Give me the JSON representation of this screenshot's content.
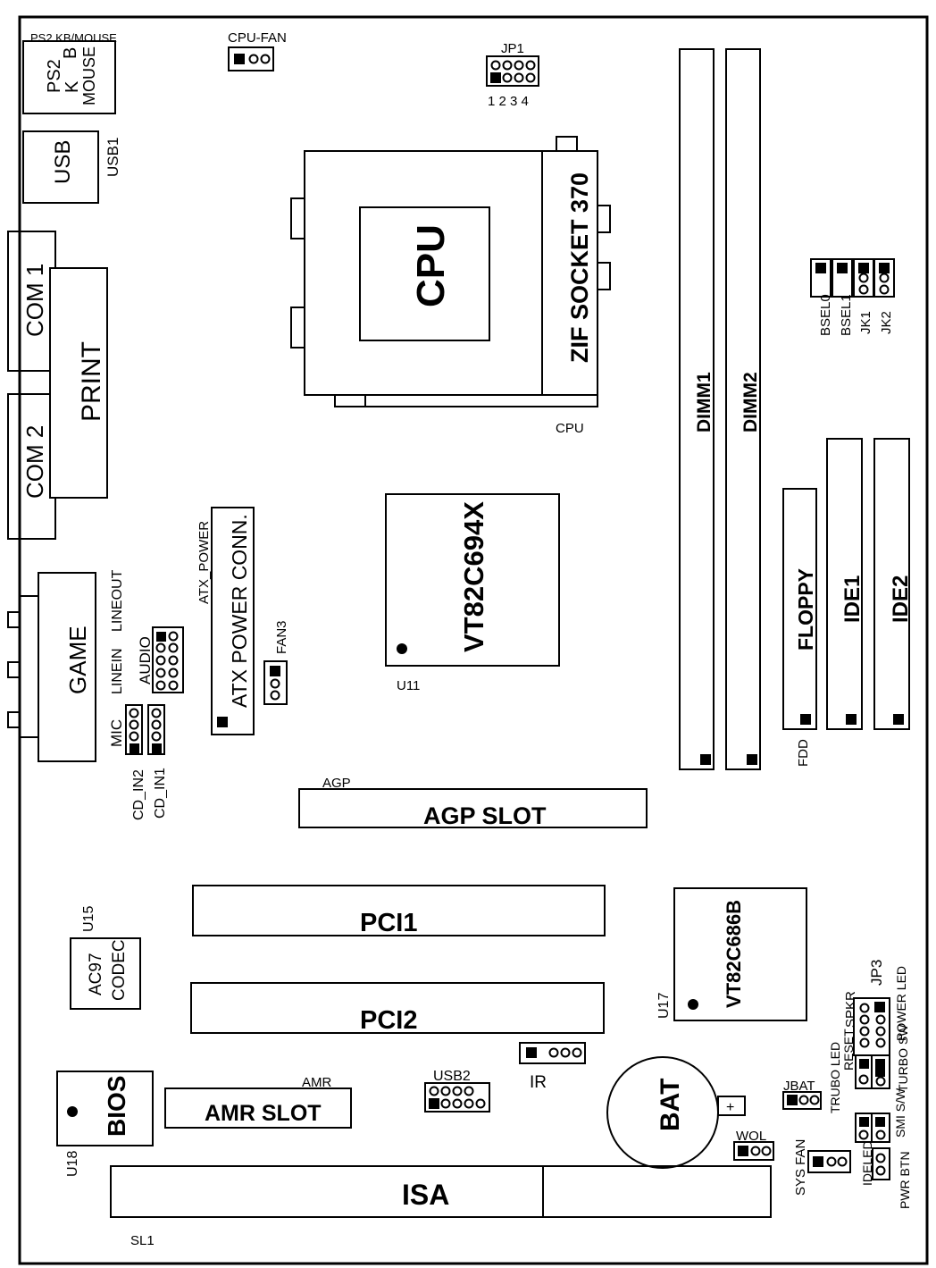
{
  "labels": {
    "ps2_header": "PS2 KB/MOUSE",
    "ps2": "PS2",
    "k": "K",
    "b": "B",
    "mouse": "MOUSE",
    "usb": "USB",
    "usb1": "USB1",
    "com1": "COM 1",
    "com2": "COM 2",
    "print": "PRINT",
    "game": "GAME",
    "lineout": "LINEOUT",
    "linein": "LINEIN",
    "mic": "MIC",
    "audio": "AUDIO",
    "cd_in2": "CD_IN2",
    "cd_in1": "CD_IN1",
    "cpu_fan": "CPU-FAN",
    "jp1": "JP1",
    "jp1_pins": "1 2 3 4",
    "cpu": "CPU",
    "zif": "ZIF SOCKET 370",
    "cpu_small": "CPU",
    "atx_power": "ATX_POWER",
    "atx_conn": "ATX POWER CONN.",
    "fan3": "FAN3",
    "vt694": "VT82C694X",
    "u11": "U11",
    "dimm1": "DIMM1",
    "dimm2": "DIMM2",
    "bsel0": "BSEL0",
    "bsel1": "BSEL1",
    "jk1": "JK1",
    "jk2": "JK2",
    "floppy": "FLOPPY",
    "fdd": "FDD",
    "ide1": "IDE1",
    "ide2": "IDE2",
    "agp": "AGP",
    "agp_slot": "AGP SLOT",
    "pci1": "PCI1",
    "pci2": "PCI2",
    "u15": "U15",
    "ac97": "AC97",
    "codec": "CODEC",
    "vt686": "VT82C686B",
    "u17": "U17",
    "jp3": "JP3",
    "spkr": "SPKR",
    "power_led": "POWER LED",
    "reset": "RESET",
    "trubo_led": "TRUBO LED",
    "turbo_sw": "TURBO SW",
    "smi_sw": "SMI S/W",
    "ideled": "IDELED",
    "pwr_btn": "PWR BTN",
    "ir": "IR",
    "usb2": "USB2",
    "bat": "BAT",
    "plus": "+",
    "jbat": "JBAT",
    "wol": "WOL",
    "sys_fan": "SYS FAN",
    "bios": "BIOS",
    "u18": "U18",
    "amr": "AMR",
    "amr_slot": "AMR SLOT",
    "isa": "ISA",
    "sl1": "SL1"
  }
}
